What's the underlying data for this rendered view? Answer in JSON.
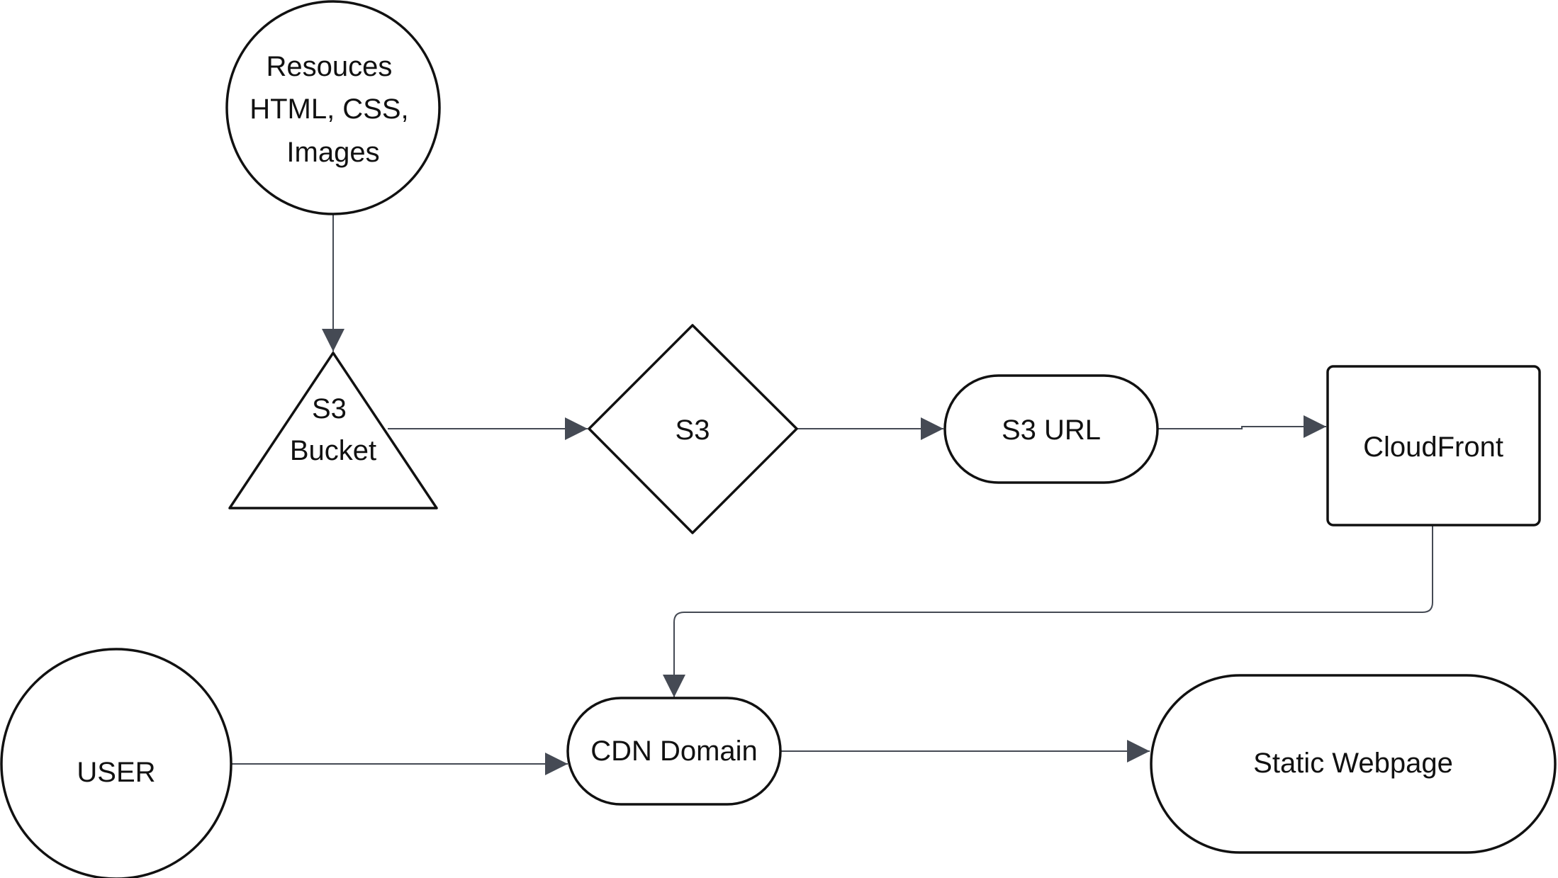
{
  "nodes": {
    "resources": {
      "lines": [
        "Resouces",
        "HTML, CSS,",
        "Images"
      ]
    },
    "s3_bucket": {
      "lines": [
        "S3",
        "Bucket"
      ]
    },
    "s3": {
      "label": "S3"
    },
    "s3_url": {
      "label": "S3 URL"
    },
    "cloudfront": {
      "label": "CloudFront"
    },
    "user": {
      "label": "USER"
    },
    "cdn_domain": {
      "label": "CDN Domain"
    },
    "static_webpage": {
      "label": "Static Webpage"
    }
  },
  "colors": {
    "shape_stroke": "#111111",
    "connector": "#454a54",
    "background": "#ffffff"
  }
}
